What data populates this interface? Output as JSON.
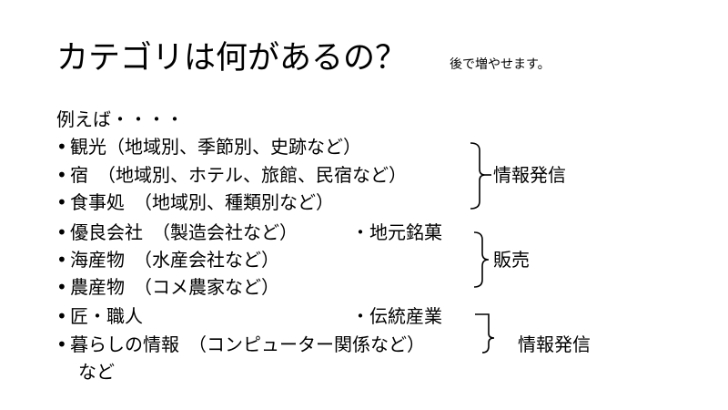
{
  "slide": {
    "title": "カテゴリは何があるの？",
    "note": "後で増やせます。",
    "intro": "例えば・・・・",
    "bullet_symbol": "•",
    "items": [
      "観光（地域別、季節別、史跡など）",
      "宿　（地域別、ホテル、旅館、民宿など）",
      "食事処　（地域別、種類別など）",
      "優良会社　（製造会社など）",
      "海産物　（水産会社など）",
      "農産物　（コメ農家など）",
      "匠・職人",
      "暮らしの情報　（コンピューター関係など）"
    ],
    "continued": "など",
    "extras": [
      "・地元銘菓",
      "・伝統産業"
    ],
    "group_labels": [
      "情報発信",
      "販売",
      "情報発信"
    ]
  }
}
